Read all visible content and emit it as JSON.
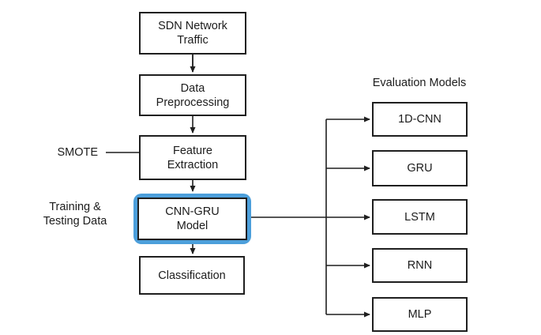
{
  "colors": {
    "highlight_blue": "#4C9FDB",
    "line_black": "#1f1f1f"
  },
  "flow": {
    "nodes": [
      {
        "label": "SDN Network\nTraffic"
      },
      {
        "label": "Data\nPreprocessing"
      },
      {
        "label": "Feature\nExtraction"
      },
      {
        "label": "CNN-GRU\nModel",
        "highlighted": true
      },
      {
        "label": "Classification"
      }
    ],
    "side_labels": [
      {
        "label": "SMOTE"
      },
      {
        "label": "Training &\nTesting Data"
      }
    ]
  },
  "evaluation": {
    "title": "Evaluation Models",
    "models": [
      {
        "label": "1D-CNN"
      },
      {
        "label": "GRU"
      },
      {
        "label": "LSTM"
      },
      {
        "label": "RNN"
      },
      {
        "label": "MLP"
      }
    ]
  }
}
